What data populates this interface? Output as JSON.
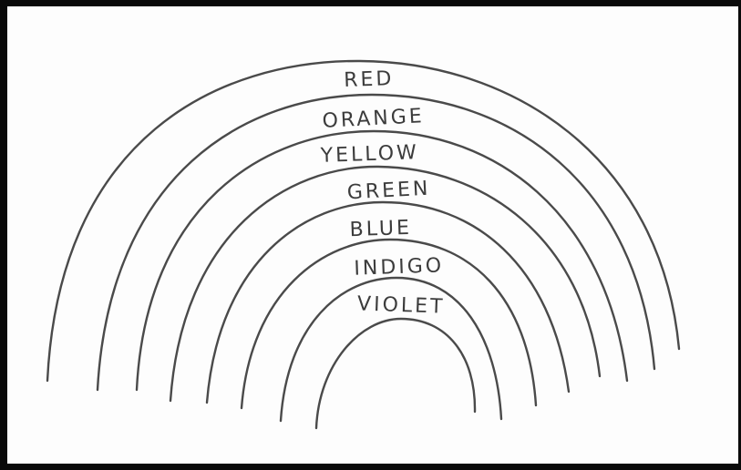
{
  "bands": [
    {
      "label": "RED"
    },
    {
      "label": "ORANGE"
    },
    {
      "label": "YELLOW"
    },
    {
      "label": "GREEN"
    },
    {
      "label": "BLUE"
    },
    {
      "label": "INDIGO"
    },
    {
      "label": "VIOLET"
    }
  ]
}
